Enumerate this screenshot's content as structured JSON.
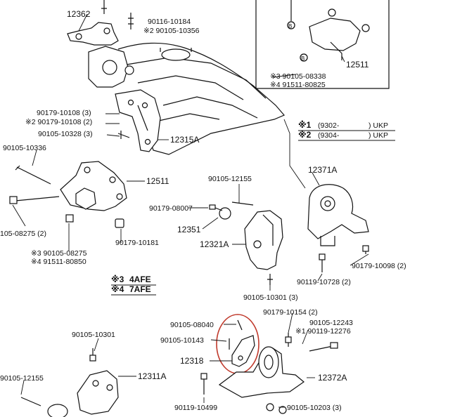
{
  "labels": {
    "p12362": "12362",
    "p90116_10184": "90116-10184",
    "p90105_10356": "※2 90105-10356",
    "p90179_10108a": "90179-10108 (3)",
    "p90179_10108b": "※2 90179-10108 (2)",
    "p90105_10328": "90105-10328 (3)",
    "p12315A": "12315A",
    "p90105_10336": "90105-10336",
    "p12511_main": "12511",
    "p105_08275": "105-08275 (2)",
    "p90105_08275": "※3 90105-08275",
    "p91511_80850": "※4 91511-80850",
    "p90179_10181": "90179-10181",
    "p12511_inset": "12511",
    "p90105_08338": "※3 90105-08338",
    "p91511_80825": "※4 91511-80825",
    "p90105_12155_mid": "90105-12155",
    "p90179_08007": "90179-08007",
    "p12351": "12351",
    "p12321A": "12321A",
    "p90105_10301_mid": "90105-10301 (3)",
    "p12371A": "12371A",
    "p90179_10098": "90179-10098 (2)",
    "p90119_10728": "90119-10728 (2)",
    "p90105_08040": "90105-08040",
    "p90105_10143": "90105-10143",
    "p12318": "12318",
    "p90179_10154": "90179-10154 (2)",
    "p90105_12243": "90105-12243",
    "p90119_12276": "※1 90119-12276",
    "p12372A": "12372A",
    "p90119_10499": "90119-10499",
    "p90105_10203": "90105-10203 (3)",
    "p90105_10301_low": "90105-10301",
    "p12311A": "12311A",
    "p90105_12155_low": "90105-12155"
  },
  "notes": {
    "n1_mark": "※1",
    "n1_text": "(9302-",
    "n1_code": ") UKP",
    "n2_mark": "※2",
    "n2_text": "(9304-",
    "n2_code": ") UKP",
    "n3_mark": "※3",
    "n3_text": "4AFE",
    "n4_mark": "※4",
    "n4_text": "7AFE"
  },
  "callouts": {
    "b_upper": "B",
    "b_lower": "B"
  },
  "colors": {
    "ink": "#111111",
    "highlight": "#c0392b",
    "paper": "#ffffff"
  }
}
